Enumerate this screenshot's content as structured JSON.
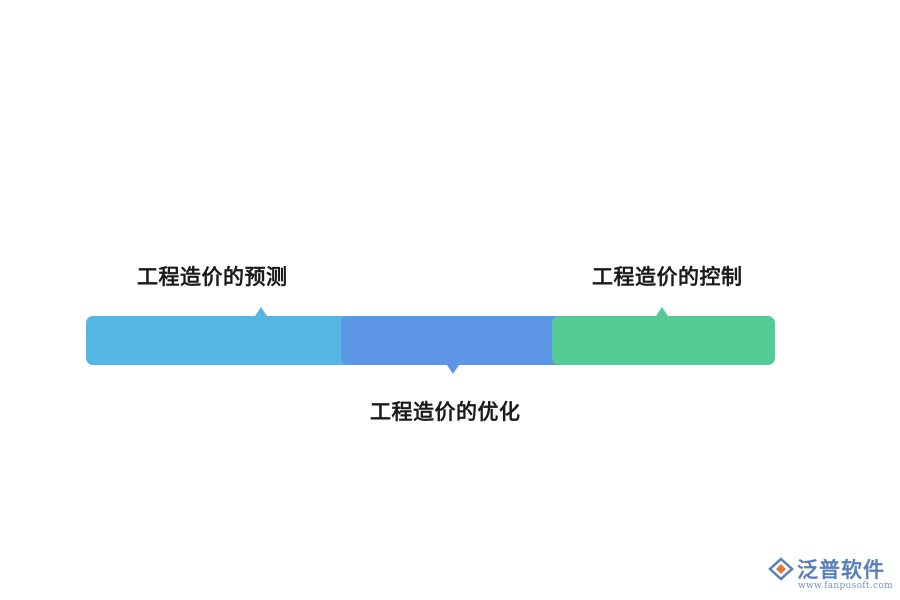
{
  "diagram": {
    "steps": [
      {
        "label": "工程造价的预测",
        "color": "#55b5e3",
        "label_side": "top"
      },
      {
        "label": "工程造价的优化",
        "color": "#5e96e6",
        "label_side": "bottom"
      },
      {
        "label": "工程造价的控制",
        "color": "#55cb94",
        "label_side": "top"
      }
    ]
  },
  "watermark": {
    "name": "泛普软件",
    "url": "www.fanpusoft.com",
    "color": "#5a7fb8"
  }
}
